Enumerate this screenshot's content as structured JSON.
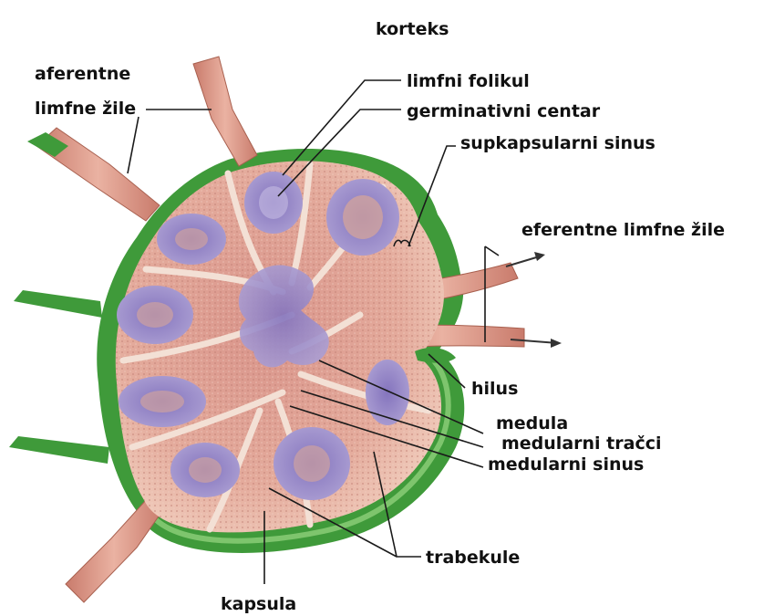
{
  "labels": {
    "korteks": "korteks",
    "aferentne_line1": "aferentne",
    "aferentne_line2": "limfne žile",
    "limfni_folikul": "limfni folikul",
    "germinativni_centar": "germinativni centar",
    "supkapsularni_sinus": "supkapsularni sinus",
    "eferentne": "eferentne limfne žile",
    "hilus": "hilus",
    "medula": "medula",
    "medularni_tracci": "medularni tračci",
    "medularni_sinus": "medularni sinus",
    "trabekule": "trabekule",
    "kapsula": "kapsula"
  },
  "colors": {
    "capsule_green": "#3f9a3a",
    "capsule_light": "#8fcf7a",
    "cortex_pink": "#e7b4a4",
    "tissue_pink": "#d89a8a",
    "follicle_purple": "#9a8cc8",
    "follicle_dark": "#7e6fb8",
    "trabecula": "#f1dcd0",
    "vessel": "#d88f7e",
    "leader_line": "#1a1a1a"
  }
}
